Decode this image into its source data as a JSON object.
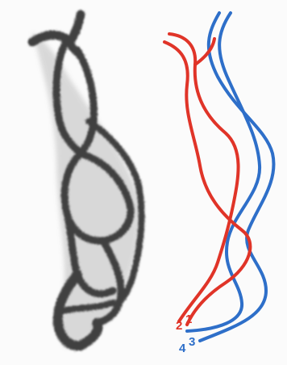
{
  "diagram": {
    "colors": {
      "red": "#e03428",
      "blue": "#2e6fc9",
      "micrograph_dark": "#3f3f3f"
    },
    "strand_labels": {
      "red_1": "1",
      "red_2": "2",
      "blue_3": "3",
      "blue_4": "4"
    }
  }
}
